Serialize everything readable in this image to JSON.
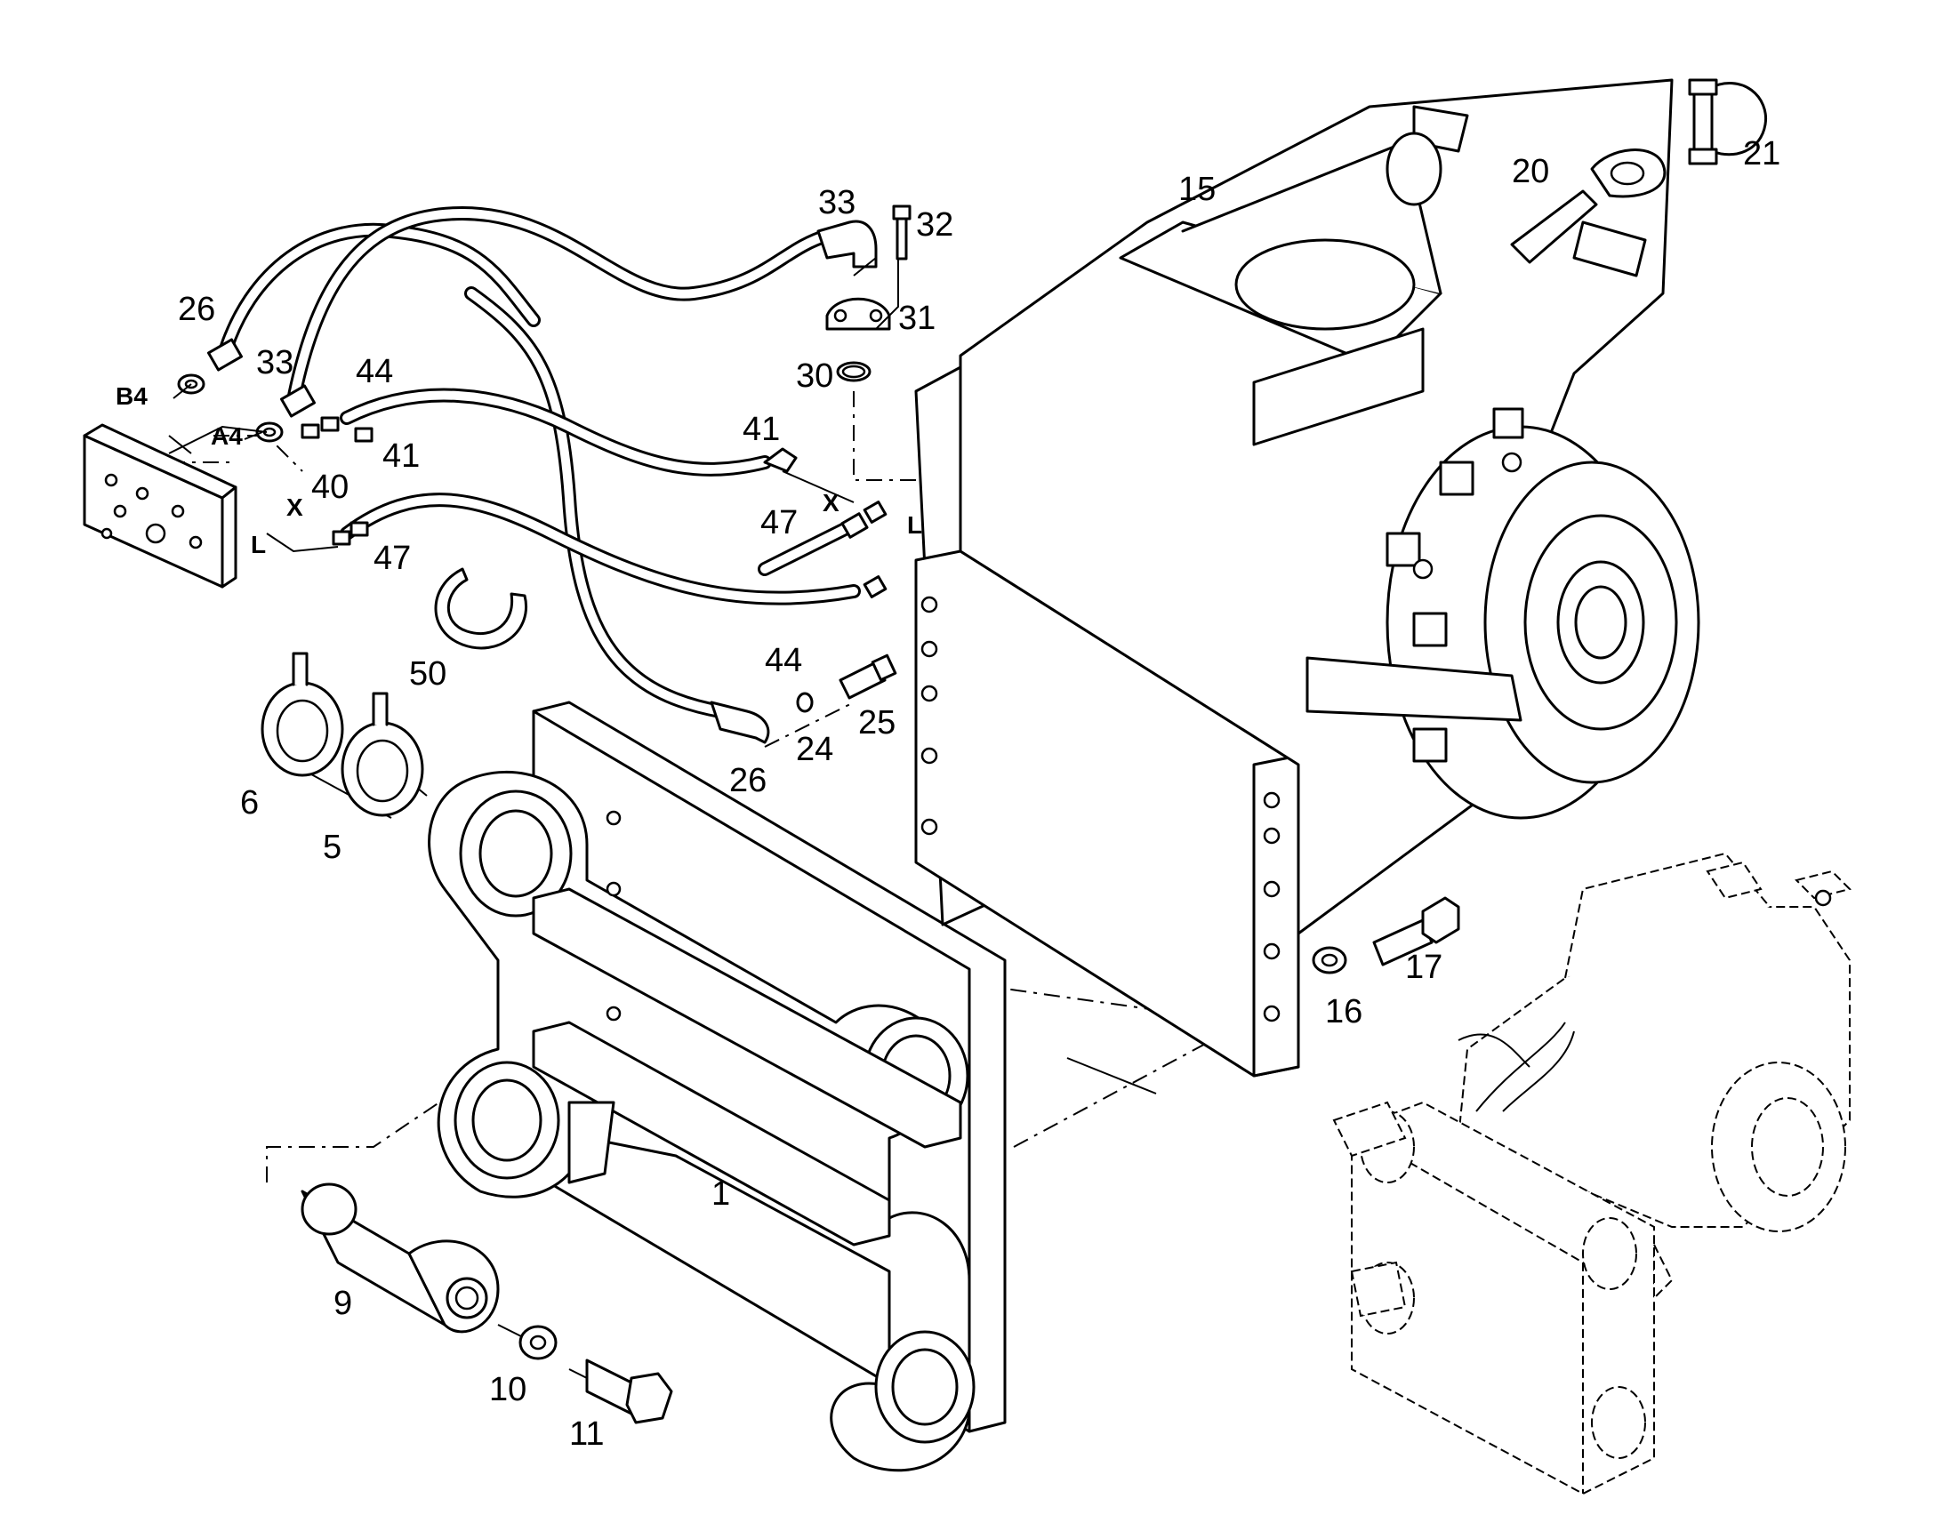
{
  "diagram": {
    "type": "exploded-parts-view",
    "callouts": {
      "c1": "1",
      "c5": "5",
      "c6": "6",
      "c9": "9",
      "c10": "10",
      "c11": "11",
      "c15": "15",
      "c16": "16",
      "c17": "17",
      "c20": "20",
      "c21": "21",
      "c24": "24",
      "c25": "25",
      "c26a": "26",
      "c26b": "26",
      "c30": "30",
      "c31": "31",
      "c32": "32",
      "c33a": "33",
      "c33b": "33",
      "c40": "40",
      "c41a": "41",
      "c41b": "41",
      "c44a": "44",
      "c44b": "44",
      "c47a": "47",
      "c47b": "47",
      "c50": "50"
    },
    "ports": {
      "b4": "B4",
      "a4": "A4",
      "x_left": "X",
      "l_left": "L",
      "x_right": "X",
      "l_right": "L"
    },
    "colors": {
      "line": "#000000",
      "background": "#ffffff"
    }
  }
}
